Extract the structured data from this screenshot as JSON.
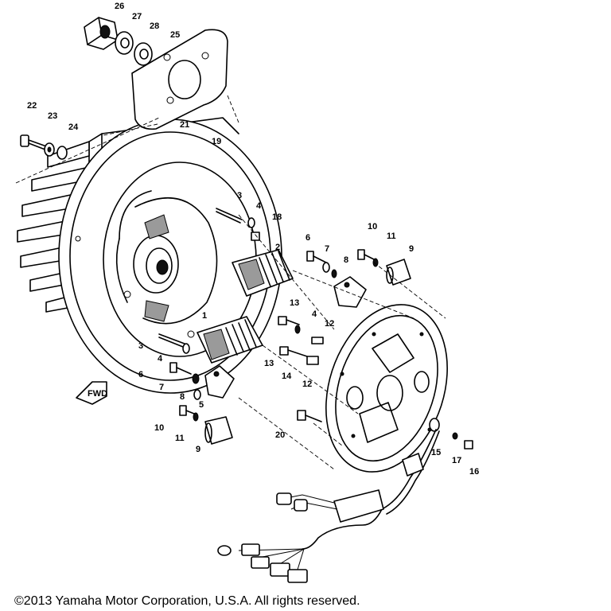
{
  "copyright": "©2013 Yamaha Motor Corporation, U.S.A. All rights reserved.",
  "front_marker": "FWD",
  "callouts": [
    "26",
    "27",
    "28",
    "25",
    "22",
    "23",
    "24",
    "21",
    "19",
    "3",
    "4",
    "18",
    "2",
    "6",
    "7",
    "8",
    "10",
    "11",
    "9",
    "1",
    "13",
    "4",
    "12",
    "3",
    "4",
    "13",
    "14",
    "12",
    "6",
    "7",
    "8",
    "5",
    "10",
    "11",
    "9",
    "20",
    "15",
    "17",
    "16"
  ]
}
